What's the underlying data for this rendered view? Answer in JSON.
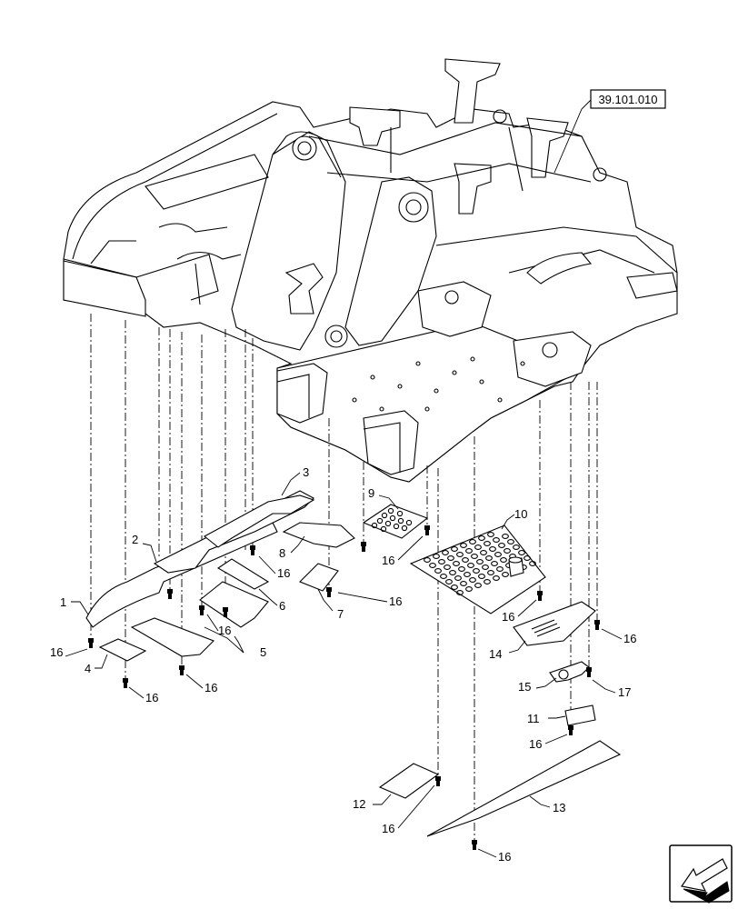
{
  "reference": "39.101.010",
  "callouts": [
    {
      "id": "1",
      "text": "1"
    },
    {
      "id": "2",
      "text": "2"
    },
    {
      "id": "3",
      "text": "3"
    },
    {
      "id": "4",
      "text": "4"
    },
    {
      "id": "5",
      "text": "5"
    },
    {
      "id": "6",
      "text": "6"
    },
    {
      "id": "7",
      "text": "7"
    },
    {
      "id": "8",
      "text": "8"
    },
    {
      "id": "9",
      "text": "9"
    },
    {
      "id": "10",
      "text": "10"
    },
    {
      "id": "11",
      "text": "11"
    },
    {
      "id": "12",
      "text": "12"
    },
    {
      "id": "13",
      "text": "13"
    },
    {
      "id": "14",
      "text": "14"
    },
    {
      "id": "15",
      "text": "15"
    },
    {
      "id": "17",
      "text": "17"
    }
  ],
  "fastener_label": "16",
  "nav_icon": "arrow-left-icon"
}
